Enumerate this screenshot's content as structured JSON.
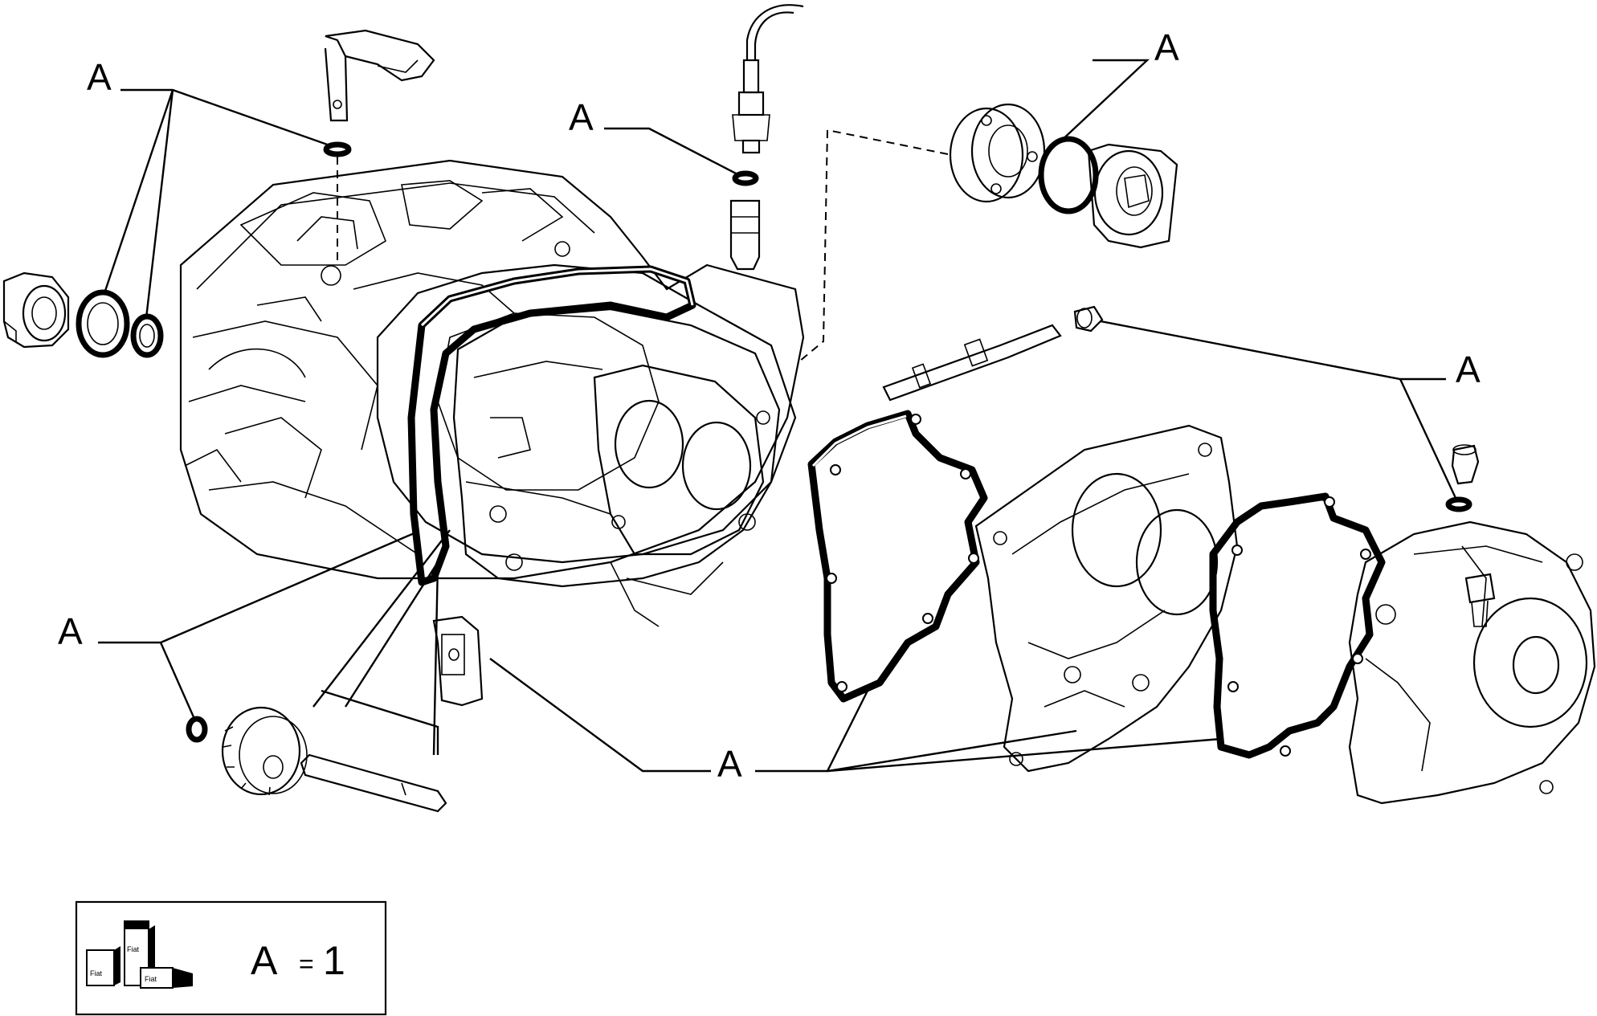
{
  "diagram": {
    "callout_letter": "A",
    "legend": {
      "letter": "A",
      "equals": "=",
      "quantity": "1",
      "kit_text": "Fiat"
    }
  }
}
